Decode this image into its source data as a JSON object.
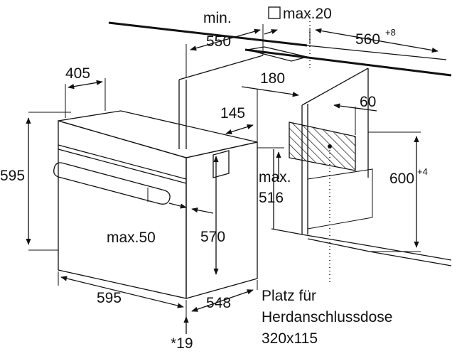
{
  "dimensions": {
    "min_label": "min.",
    "min_depth": "550",
    "opening_label": "max.20",
    "width_top": "560",
    "width_top_tol": "+8",
    "oven_width_top": "405",
    "dim_180": "180",
    "dim_145": "145",
    "dim_60": "60",
    "height_left": "595",
    "niche_height": "600",
    "niche_height_tol": "+4",
    "max_label": "max.",
    "max_516": "516",
    "handle": "max.50",
    "inner_height": "570",
    "width_bottom": "595",
    "depth_bottom": "548",
    "footnote": "*19"
  },
  "socket_note": {
    "line1": "Platz für",
    "line2": "Herdanschlussdose",
    "line3": "320x115"
  }
}
